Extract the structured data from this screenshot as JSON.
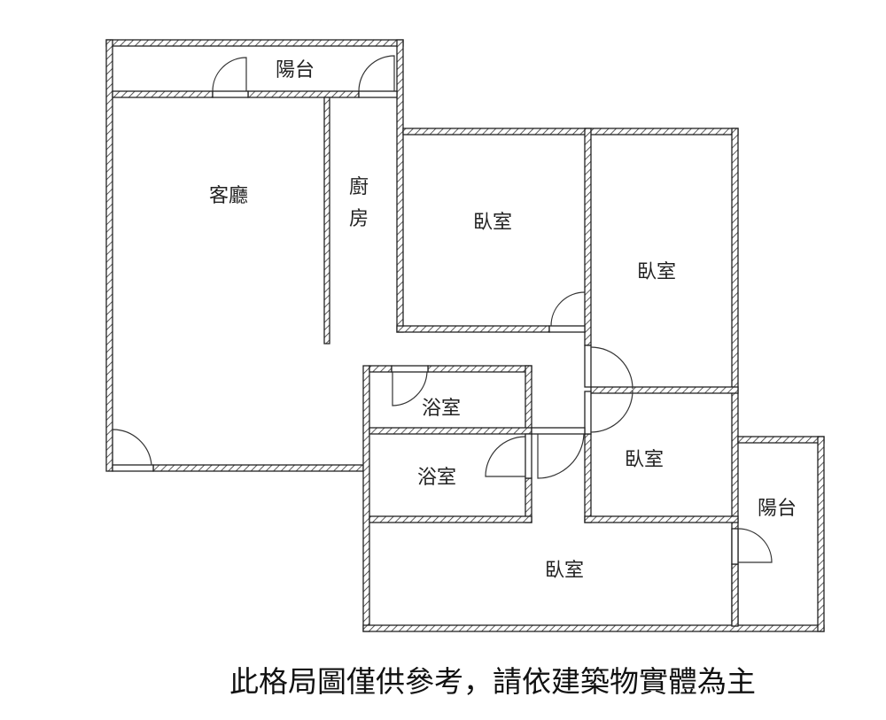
{
  "plan": {
    "rooms": {
      "balcony_top": "陽台",
      "living_room": "客廳",
      "kitchen_line1": "廚",
      "kitchen_line2": "房",
      "bedroom_1": "臥室",
      "bedroom_2": "臥室",
      "bathroom_1": "浴室",
      "bathroom_2": "浴室",
      "bedroom_3": "臥室",
      "bedroom_master": "臥室",
      "balcony_right": "陽台"
    },
    "disclaimer": "此格局圖僅供參考，請依建築物實體為主",
    "colors": {
      "wall": "#222222",
      "background": "#ffffff"
    }
  }
}
